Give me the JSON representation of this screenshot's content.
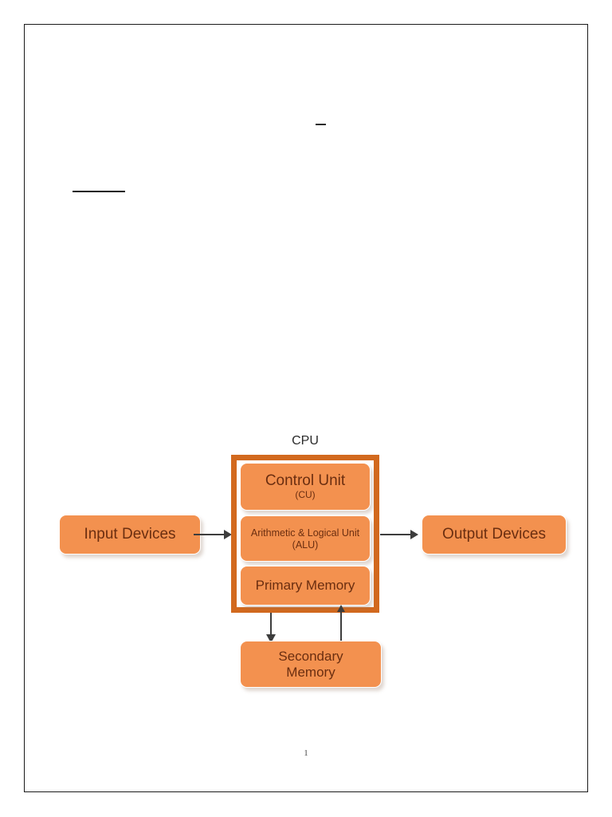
{
  "page": {
    "page_number": "1",
    "marks": {
      "dash": "–",
      "rule": "____"
    }
  },
  "diagram": {
    "title": "CPU",
    "accent_border_color": "#D2691E",
    "box_fill_color": "#F3914F",
    "box_text_color": "#6B2E10",
    "connector_color": "#3D3D3D",
    "input": {
      "label": "Input Devices"
    },
    "output": {
      "label": "Output Devices"
    },
    "cpu": {
      "label": "CPU",
      "units": [
        {
          "line1": "Control Unit",
          "line2": "(CU)"
        },
        {
          "line1": "Arithmetic & Logical  Unit",
          "line2": "(ALU)"
        },
        {
          "line1": "Primary Memory",
          "line2": ""
        }
      ]
    },
    "secondary_memory": {
      "line1": "Secondary",
      "line2": "Memory"
    }
  }
}
